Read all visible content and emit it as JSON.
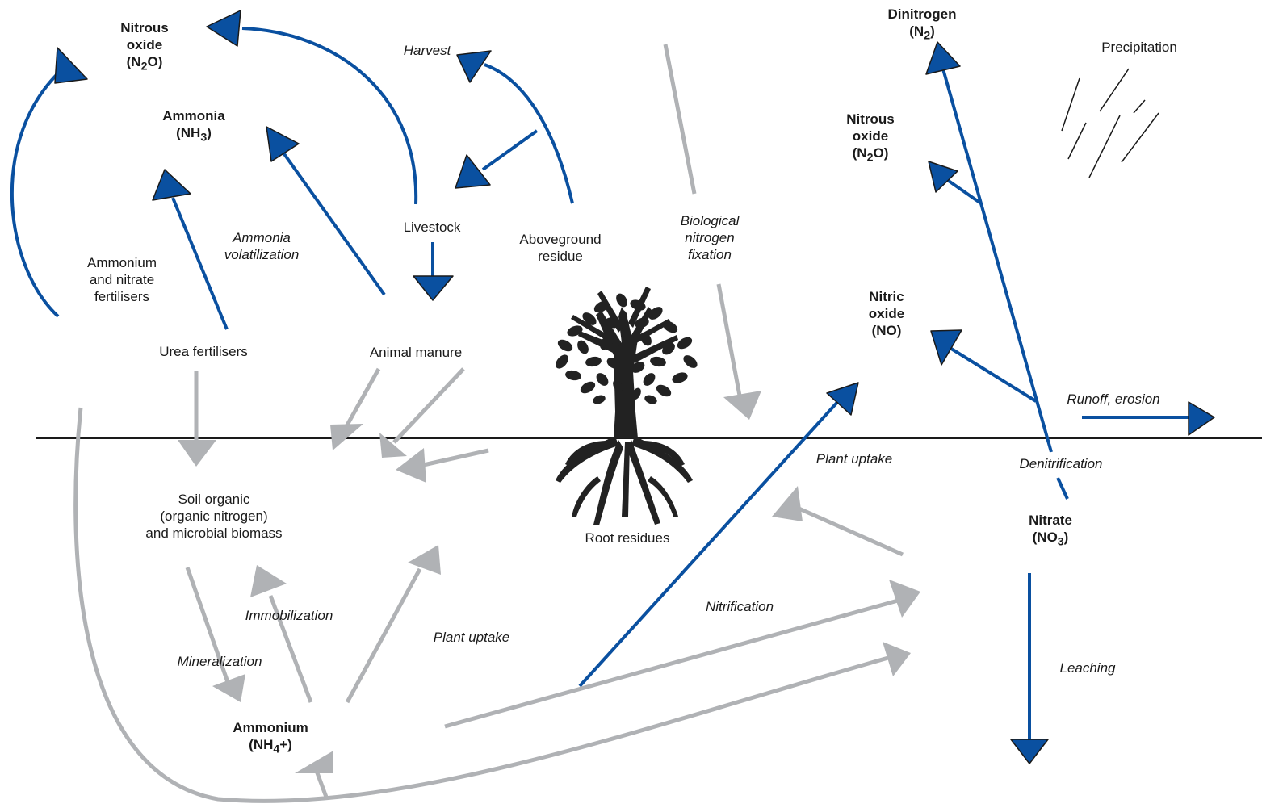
{
  "colors": {
    "blue": "#0a50a0",
    "grey": "#b0b2b5",
    "ground": "#1a1a1a",
    "tree": "#222222",
    "text": "#1a1a1a"
  },
  "icons": [
    "tree-with-roots-icon",
    "rain-icon"
  ],
  "labels": {
    "n2o_left": {
      "line1": "Nitrous",
      "line2": "oxide",
      "formula_pre": "(N",
      "formula_sub": "2",
      "formula_post": "O)"
    },
    "ammonia": {
      "line1": "Ammonia",
      "formula_pre": "(NH",
      "formula_sub": "3",
      "formula_post": ")"
    },
    "harvest": "Harvest",
    "ammonia_volatilization": {
      "line1": "Ammonia",
      "line2": "volatilization"
    },
    "ammonium_nitrate_fert": {
      "line1": "Ammonium",
      "line2": "and nitrate",
      "line3": "fertilisers"
    },
    "livestock": "Livestock",
    "aboveground_residue": {
      "line1": "Aboveground",
      "line2": "residue"
    },
    "bnf": {
      "line1": "Biological",
      "line2": "nitrogen",
      "line3": "fixation"
    },
    "urea": "Urea fertilisers",
    "animal_manure": "Animal manure",
    "dinitrogen": {
      "line1": "Dinitrogen",
      "formula_pre": "(N",
      "formula_sub": "2",
      "formula_post": ")"
    },
    "n2o_right": {
      "line1": "Nitrous",
      "line2": "oxide",
      "formula_pre": "(N",
      "formula_sub": "2",
      "formula_post": "O)"
    },
    "precipitation": "Precipitation",
    "nitric_oxide": {
      "line1": "Nitric",
      "line2": "oxide",
      "line3": "(NO)"
    },
    "runoff": "Runoff, erosion",
    "plant_uptake_upper": "Plant uptake",
    "denitrification": "Denitrification",
    "nitrate": {
      "line1": "Nitrate",
      "formula_pre": "(NO",
      "formula_sub": "3",
      "formula_post": ")"
    },
    "soil_organic": {
      "line1": "Soil organic",
      "line2": "(organic nitrogen)",
      "line3": "and microbial biomass"
    },
    "root_residues": "Root residues",
    "immobilization": "Immobilization",
    "nitrification": "Nitrification",
    "plant_uptake_lower": "Plant uptake",
    "mineralization": "Mineralization",
    "leaching": "Leaching",
    "ammonium": {
      "line1": "Ammonium",
      "formula_pre": "(NH",
      "formula_sub": "4",
      "formula_post": "+)"
    }
  }
}
